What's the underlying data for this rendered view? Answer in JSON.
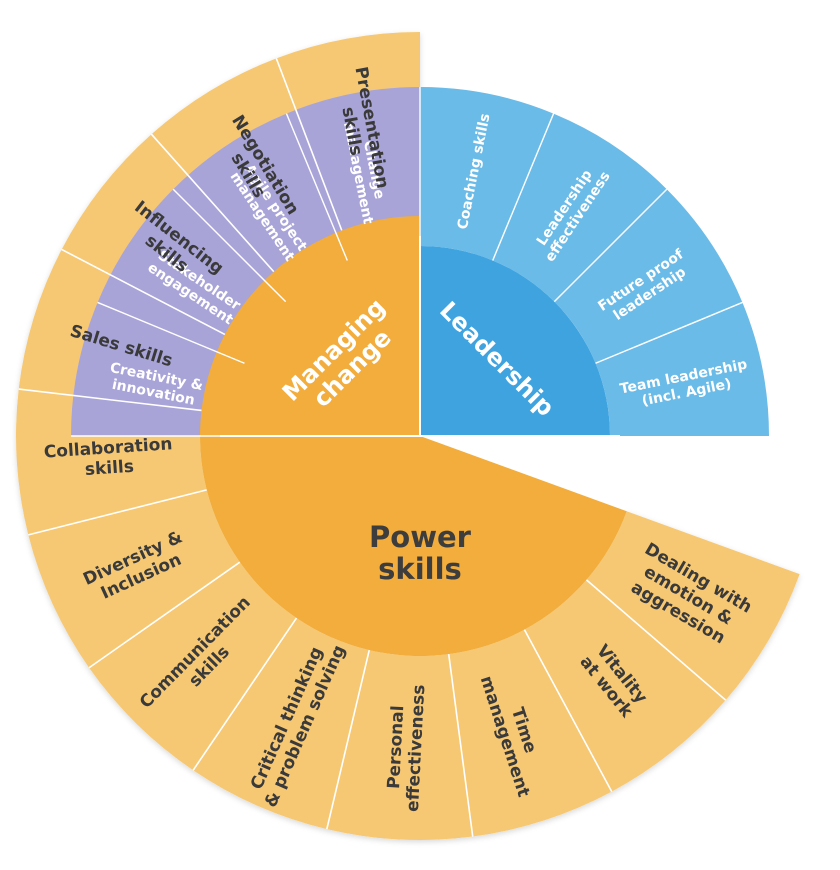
{
  "diagram": {
    "center": {
      "power": [
        "Power",
        "skills"
      ],
      "managing": [
        "Managing",
        "change"
      ],
      "leadership": [
        "Leadership"
      ]
    },
    "managing_change": [
      [
        "Creativity &",
        "innovation"
      ],
      [
        "Stakeholder",
        "engagement"
      ],
      [
        "Agile project",
        "management"
      ],
      [
        "Change",
        "management"
      ]
    ],
    "leadership": [
      [
        "Coaching skills"
      ],
      [
        "Leadership",
        "effectiveness"
      ],
      [
        "Future proof",
        "leadership"
      ],
      [
        "Team leadership",
        "(incl. Agile)"
      ]
    ],
    "power_skills": [
      [
        "Dealing with",
        "emotion &",
        "aggression"
      ],
      [
        "Vitality",
        "at work"
      ],
      [
        "Time",
        "management"
      ],
      [
        "Personal",
        "effectiveness"
      ],
      [
        "Critical thinking",
        "& problem solving"
      ],
      [
        "Communication",
        "skills"
      ],
      [
        "Diversity &",
        "Inclusion"
      ],
      [
        "Collaboration",
        "skills"
      ],
      [
        "Sales skills"
      ],
      [
        "Influencing",
        "skills"
      ],
      [
        "Negotiation",
        "skills"
      ],
      [
        "Presentation",
        "skills"
      ]
    ],
    "colors": {
      "managing_light": "#a8a4d8",
      "managing_dark": "#8a83c6",
      "leadership_light": "#6bbbe8",
      "leadership_dark": "#3fa3e0",
      "power_light": "#f6c873",
      "power_dark": "#f2ad3c",
      "dark_text": "#3a3a3a"
    }
  }
}
